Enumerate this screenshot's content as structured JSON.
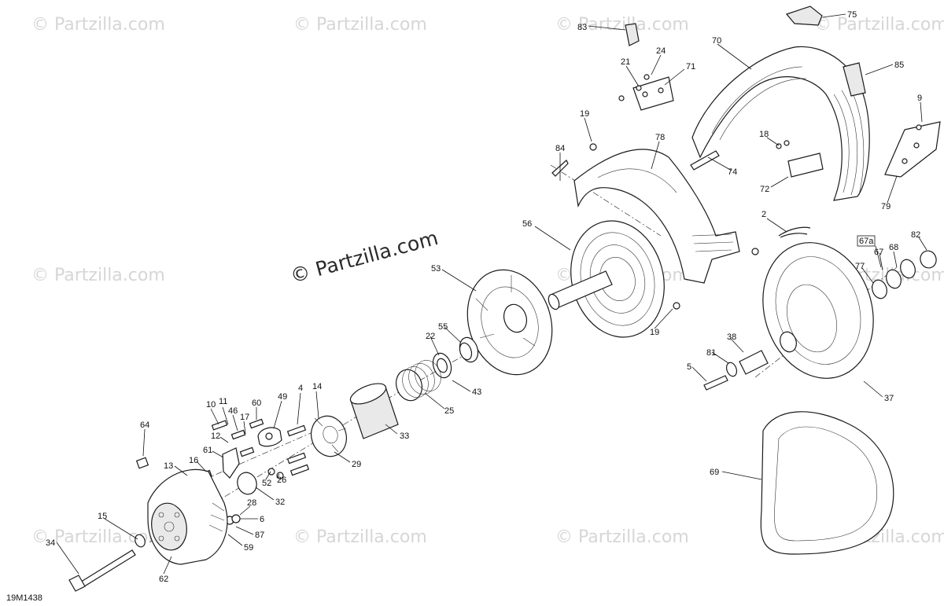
{
  "diagram": {
    "diagram_code": "19M1438",
    "brand_text": "© Partzilla.com",
    "watermark_text": "© Partzilla.com",
    "callouts": [
      "83",
      "75",
      "24",
      "21",
      "71",
      "70",
      "85",
      "19",
      "78",
      "9",
      "84",
      "18",
      "74",
      "72",
      "79",
      "2",
      "56",
      "67a",
      "82",
      "68",
      "67",
      "77",
      "53",
      "19",
      "38",
      "55",
      "22",
      "81",
      "5",
      "43",
      "37",
      "4",
      "14",
      "49",
      "10",
      "11",
      "46",
      "17",
      "60",
      "25",
      "33",
      "64",
      "29",
      "12",
      "61",
      "16",
      "13",
      "52",
      "26",
      "32",
      "28",
      "15",
      "6",
      "87",
      "34",
      "59",
      "62",
      "69"
    ]
  }
}
